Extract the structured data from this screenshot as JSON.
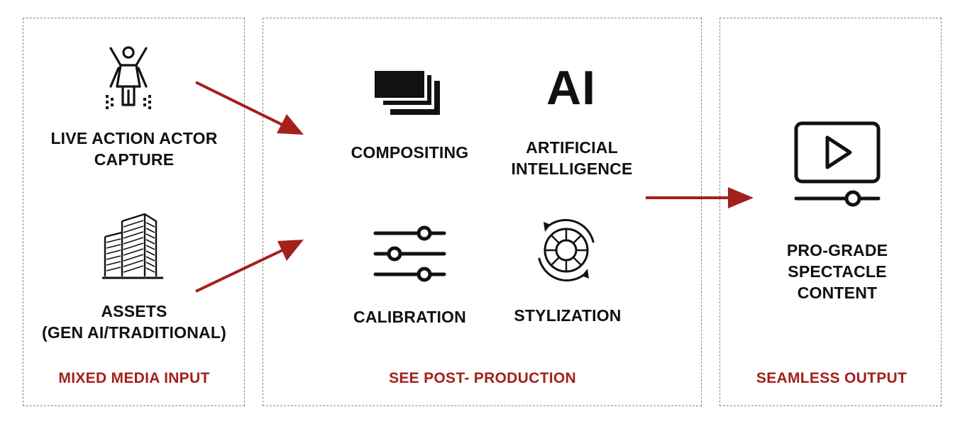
{
  "colors": {
    "accent": "#a3201c",
    "text": "#111111",
    "border": "#8a8a8a"
  },
  "input": {
    "footer": "MIXED MEDIA INPUT",
    "actor": {
      "line1": "LIVE ACTION ACTOR",
      "line2": "CAPTURE",
      "icon": "actor-capture-icon"
    },
    "assets": {
      "line1": "ASSETS",
      "line2": "(GEN AI/TRADITIONAL)",
      "icon": "building-icon"
    }
  },
  "post": {
    "footer": "SEE POST- PRODUCTION",
    "compositing": {
      "label": "COMPOSITING",
      "icon": "layers-icon"
    },
    "ai": {
      "glyph": "AI",
      "line1": "ARTIFICIAL",
      "line2": "INTELLIGENCE"
    },
    "calibration": {
      "label": "CALIBRATION",
      "icon": "sliders-icon"
    },
    "stylization": {
      "label": "STYLIZATION",
      "icon": "color-wheel-icon"
    }
  },
  "output": {
    "footer": "SEAMLESS OUTPUT",
    "content": {
      "line1": "PRO-GRADE",
      "line2": "SPECTACLE",
      "line3": "CONTENT",
      "icon": "video-player-icon"
    }
  }
}
